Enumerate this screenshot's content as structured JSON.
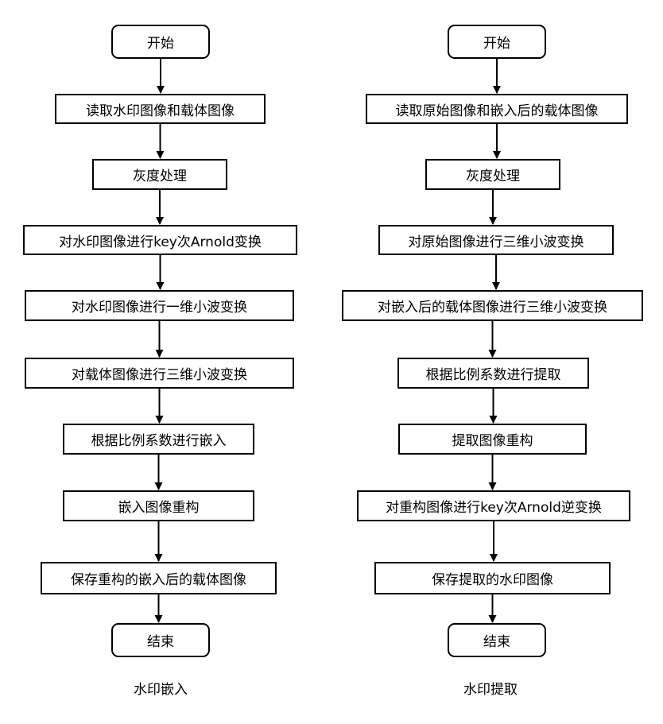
{
  "embed_flow": {
    "caption": "水印嵌入",
    "steps": [
      "开始",
      "读取水印图像和载体图像",
      "灰度处理",
      "对水印图像进行key次Arnold变换",
      "对水印图像进行一维小波变换",
      "对载体图像进行三维小波变换",
      "根据比例系数进行嵌入",
      "嵌入图像重构",
      "保存重构的嵌入后的载体图像",
      "结束"
    ]
  },
  "extract_flow": {
    "caption": "水印提取",
    "steps": [
      "开始",
      "读取原始图像和嵌入后的载体图像",
      "灰度处理",
      "对原始图像进行三维小波变换",
      "对嵌入后的载体图像进行三维小波变换",
      "根据比例系数进行提取",
      "提取图像重构",
      "对重构图像进行key次Arnold逆变换",
      "保存提取的水印图像",
      "结束"
    ]
  }
}
